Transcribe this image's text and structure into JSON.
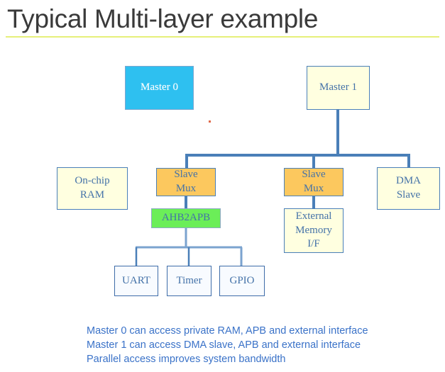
{
  "slide": {
    "title": "Typical Multi-layer example"
  },
  "colors": {
    "title_text": "#3a3a3a",
    "title_rule": "#e6f07a",
    "wire": "#4a7fb8",
    "master0_fill": "#2ec0f0",
    "master0_text": "#ffffff",
    "cream_fill": "#ffffe0",
    "mux_fill": "#fcc85e",
    "bridge_fill": "#6bee58",
    "node_text": "#4472a8",
    "caption_text": "#3a72c8"
  },
  "diagram": {
    "nodes": {
      "master0": {
        "label": "Master 0"
      },
      "master1": {
        "label": "Master 1"
      },
      "onchip_ram": {
        "line1": "On-chip",
        "line2": "RAM"
      },
      "slave_mux_left": {
        "line1": "Slave",
        "line2": "Mux"
      },
      "slave_mux_right": {
        "line1": "Slave",
        "line2": "Mux"
      },
      "dma_slave": {
        "line1": "DMA",
        "line2": "Slave"
      },
      "ahb2apb": {
        "label": "AHB2APB"
      },
      "external_memory": {
        "line1": "External",
        "line2": "Memory",
        "line3": "I/F"
      },
      "uart": {
        "label": "UART"
      },
      "timer": {
        "label": "Timer"
      },
      "gpio": {
        "label": "GPIO"
      }
    }
  },
  "captions": {
    "line1": "Master 0 can access private RAM, APB and external interface",
    "line2": "Master 1 can access DMA slave, APB and external interface",
    "line3": "Parallel access improves system bandwidth"
  }
}
